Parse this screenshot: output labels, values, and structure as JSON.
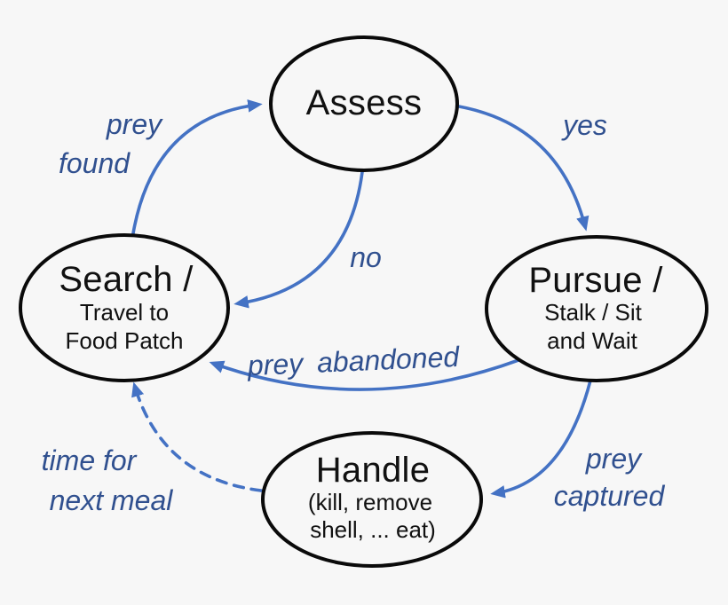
{
  "diagram_title": "foraging-cycle-state-diagram",
  "colors": {
    "background": "#f7f7f7",
    "arrow": "#4472c4",
    "edge_label": "#30508f",
    "node_outline": "#0a0a0a",
    "node_text": "#111111"
  },
  "nodes": {
    "assess": {
      "title": "Assess",
      "lines": []
    },
    "search": {
      "title": "Search /",
      "lines": [
        "Travel to",
        "Food Patch"
      ]
    },
    "pursue": {
      "title": "Pursue /",
      "lines": [
        "Stalk / Sit",
        "and Wait"
      ]
    },
    "handle": {
      "title": "Handle",
      "lines": [
        "(kill, remove",
        "shell, ... eat)"
      ]
    }
  },
  "edges": {
    "search_to_assess": {
      "from": "search",
      "to": "assess",
      "style": "solid",
      "label": "prey found",
      "lines": [
        "prey",
        "found"
      ]
    },
    "assess_to_pursue": {
      "from": "assess",
      "to": "pursue",
      "style": "solid",
      "label": "yes",
      "lines": [
        "yes"
      ]
    },
    "assess_to_search": {
      "from": "assess",
      "to": "search",
      "style": "solid",
      "label": "no",
      "lines": [
        "no"
      ]
    },
    "pursue_to_search": {
      "from": "pursue",
      "to": "search",
      "style": "solid",
      "label": "prey abandoned",
      "lines": [
        "prey abandoned"
      ]
    },
    "pursue_to_handle": {
      "from": "pursue",
      "to": "handle",
      "style": "solid",
      "label": "prey captured",
      "lines": [
        "prey",
        "captured"
      ]
    },
    "handle_to_search": {
      "from": "handle",
      "to": "search",
      "style": "dashed",
      "label": "time for next meal",
      "lines": [
        "time for",
        "next meal"
      ]
    }
  }
}
